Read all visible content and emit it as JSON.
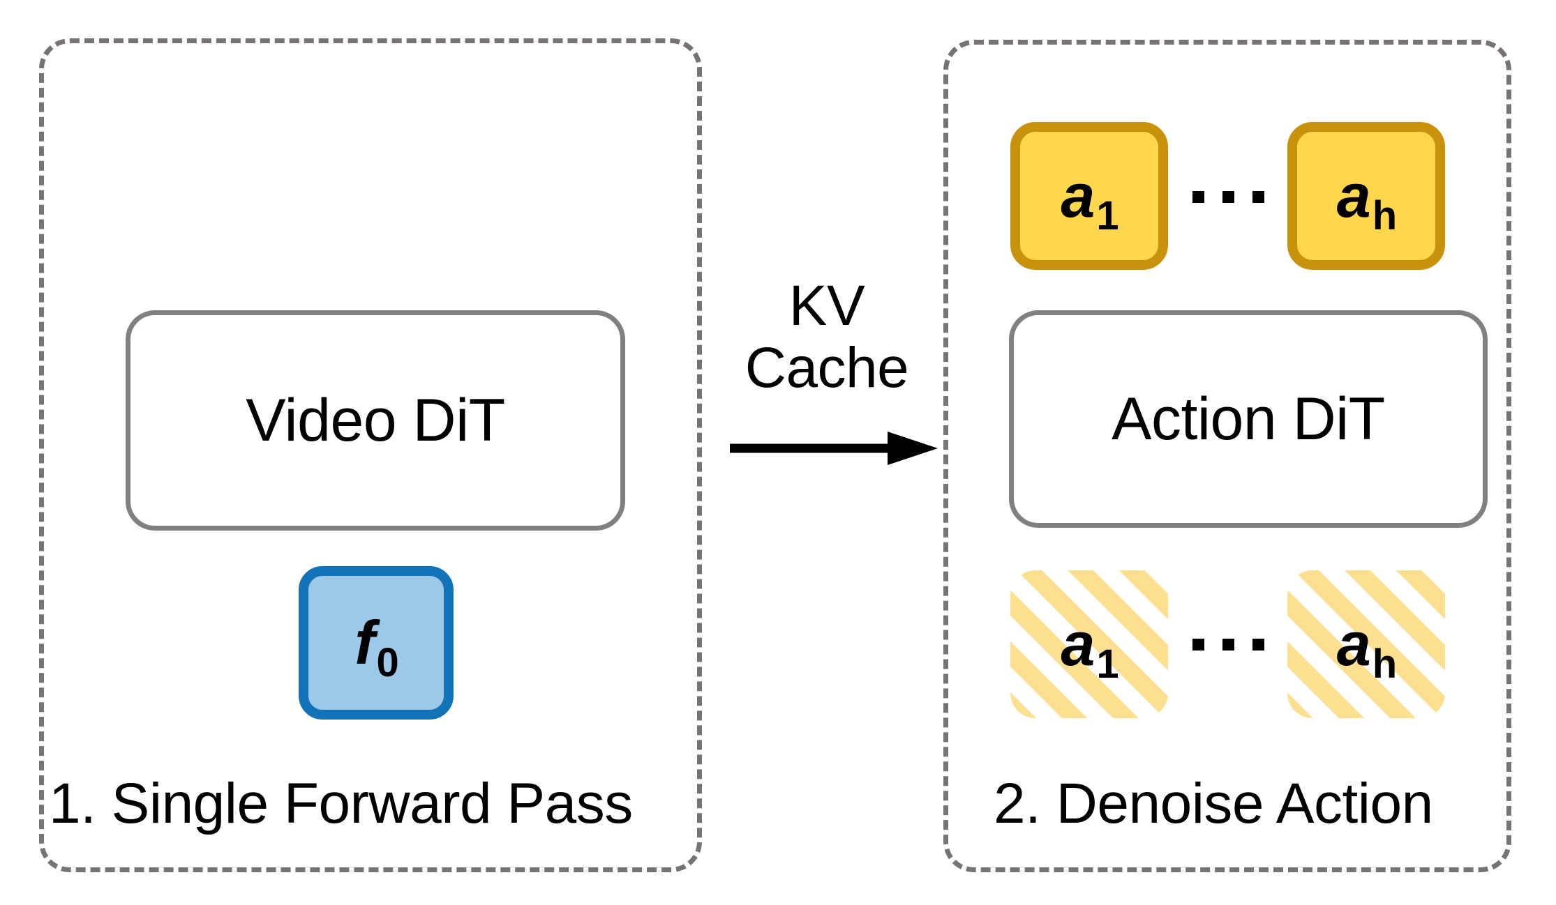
{
  "diagram": {
    "stages": [
      {
        "id": "single-forward-pass",
        "caption": "1. Single Forward Pass",
        "model": {
          "label": "Video DiT"
        },
        "frame_token": {
          "base": "f",
          "sub": "0"
        }
      },
      {
        "id": "denoise-action",
        "caption": "2. Denoise Action",
        "model": {
          "label": "Action DiT"
        },
        "action_tokens": [
          {
            "base": "a",
            "sub": "1"
          },
          {
            "base": "a",
            "sub": "h"
          }
        ],
        "noisy_action_tokens": [
          {
            "base": "a",
            "sub": "1"
          },
          {
            "base": "a",
            "sub": "h"
          }
        ],
        "ellipsis": "..."
      }
    ],
    "connector": {
      "label_line1": "KV",
      "label_line2": "Cache",
      "icon": "right-arrow-icon"
    },
    "colors": {
      "panel_border": "#777274",
      "model_border": "#808080",
      "frame_token_border": "#1273B8",
      "frame_token_fill": "#9DC8E8",
      "action_token_border": "#C8930A",
      "action_token_fill": "#FED74C",
      "noisy_hatch": "#FDE08F",
      "text": "#000000",
      "background": "#FFFFFF"
    }
  }
}
